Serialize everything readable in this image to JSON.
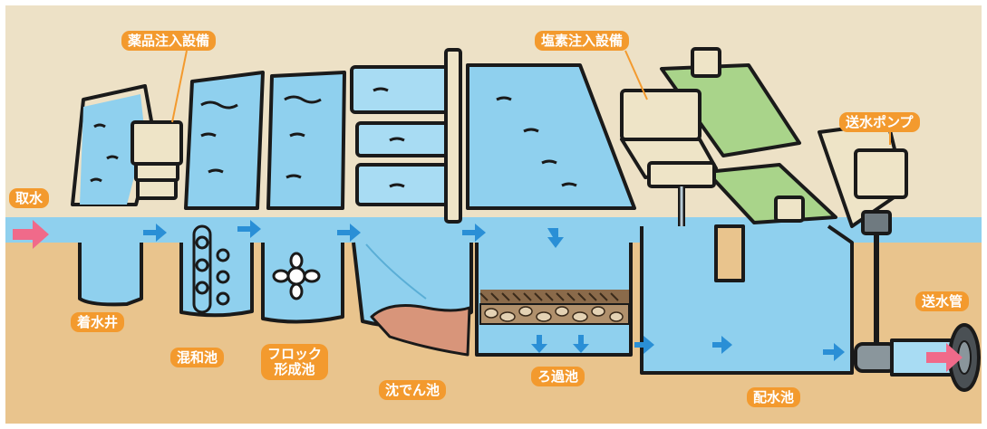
{
  "labels": {
    "chemical_injection": "薬品注入設備",
    "chlorine_injection": "塩素注入設備",
    "intake": "取水",
    "receiving_well": "着水井",
    "mixing_basin": "混和池",
    "floc_line1": "フロック",
    "floc_line2": "形成池",
    "sedimentation_basin": "沈でん池",
    "filter_basin": "ろ過池",
    "distribution_reservoir": "配水池",
    "pump": "送水ポンプ",
    "pipe": "送水管"
  },
  "colors": {
    "sky": "#ede1c6",
    "ground": "#e9c48d",
    "water": "#8fd0ee",
    "water_light": "#a8dcf3",
    "outline": "#1a1a1a",
    "label_bg": "#f39a2e",
    "arrow_blue": "#2a8fd6",
    "arrow_pink": "#f06a8a",
    "cream": "#eee4c7",
    "green": "#a9d48a",
    "sludge": "#d8957a"
  }
}
